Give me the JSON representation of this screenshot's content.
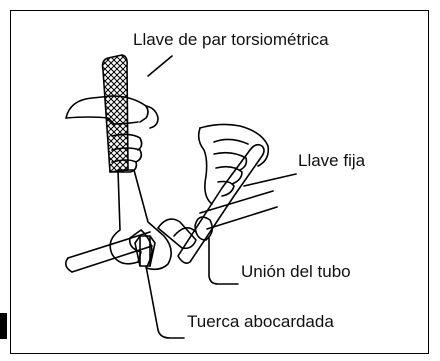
{
  "labels": {
    "torque_wrench": "Llave de par torsiométrica",
    "fixed_wrench": "Llave fija",
    "pipe_union": "Unión del tubo",
    "flare_nut": "Tuerca abocardada"
  },
  "colors": {
    "line": "#000000",
    "background": "#ffffff"
  }
}
